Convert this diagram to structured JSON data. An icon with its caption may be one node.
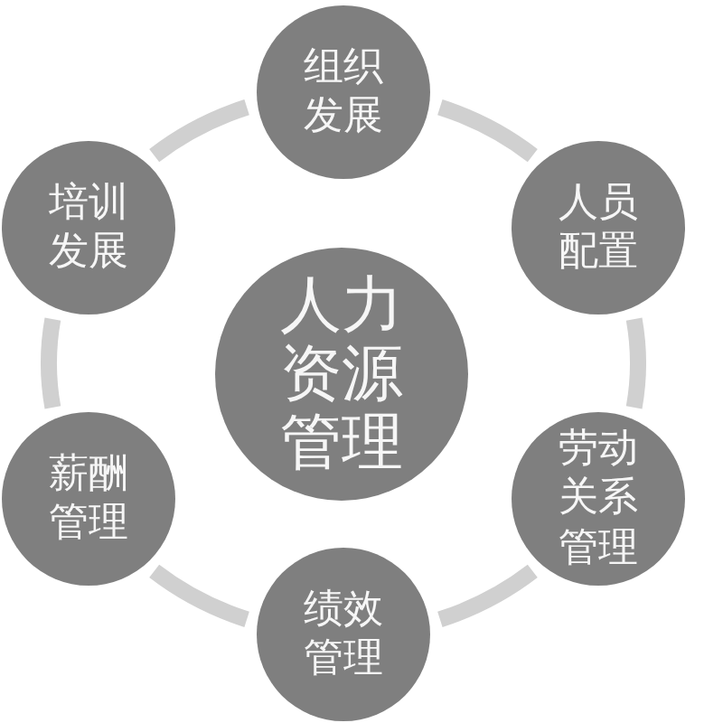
{
  "diagram": {
    "nodes": [
      {
        "text": [
          "人力资源管理"
        ]
      },
      {
        "text": [
          "组织发展"
        ]
      },
      {
        "text": [
          "人员配置"
        ]
      },
      {
        "text": [
          "劳动关系管理"
        ]
      },
      {
        "text": [
          "绩效管理"
        ]
      },
      {
        "text": [
          "薪酬管理"
        ]
      },
      {
        "text": [
          "培训发展"
        ]
      }
    ],
    "edges": [
      {
        "from": 1,
        "to": 2,
        "arrow": "none"
      },
      {
        "from": 2,
        "to": 3,
        "arrow": "none"
      },
      {
        "from": 3,
        "to": 4,
        "arrow": "none"
      },
      {
        "from": 4,
        "to": 5,
        "arrow": "none"
      },
      {
        "from": 5,
        "to": 6,
        "arrow": "none"
      },
      {
        "from": 6,
        "to": 1,
        "arrow": "none"
      }
    ]
  }
}
